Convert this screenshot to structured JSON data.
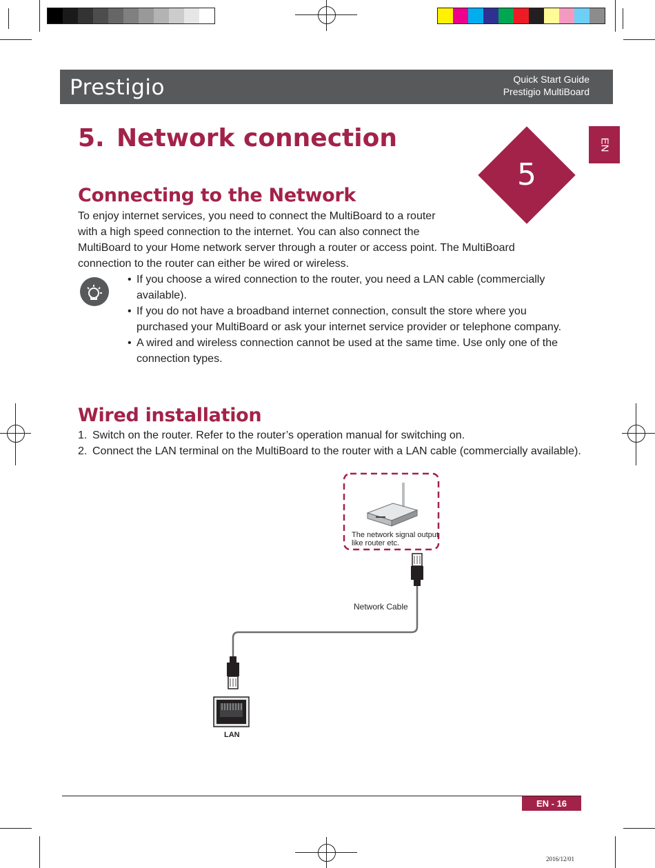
{
  "colors": {
    "accent": "#a3224a",
    "header_bg": "#58595b",
    "text": "#231f20"
  },
  "print_marks": {
    "grayscale_swatches": [
      "#000000",
      "#1a1a1a",
      "#333333",
      "#4d4d4d",
      "#666666",
      "#808080",
      "#999999",
      "#b3b3b3",
      "#cccccc",
      "#e6e6e6",
      "#ffffff"
    ],
    "color_swatches": [
      "#fff200",
      "#ec008c",
      "#00aeef",
      "#2e3192",
      "#00a651",
      "#ed1c24",
      "#231f20",
      "#fffb96",
      "#f49ac1",
      "#6dcff6",
      "#8c8c8c"
    ]
  },
  "header": {
    "logo": "Prestigio",
    "line1": "Quick Start Guide",
    "line2": "Prestigio MultiBoard"
  },
  "side_tab": {
    "label": "EN"
  },
  "chapter_badge": {
    "number": "5"
  },
  "section": {
    "number": "5.",
    "title": "Network connection"
  },
  "connecting": {
    "heading": "Connecting to the Network",
    "lines": [
      "To enjoy internet services, you need to connect the MultiBoard to a router",
      "with a high speed connection to the internet. You can also connect the",
      "MultiBoard to your Home network server through a router or access point. The MultiBoard",
      "connection to the router can either be wired or wireless."
    ]
  },
  "tip": {
    "icon": "lightbulb-icon",
    "bullets": [
      "If you choose a wired connection to the router, you need a LAN cable (commercially available).",
      "If you do not have a broadband internet connection, consult the store where you purchased your MultiBoard or ask your internet service provider or telephone company.",
      "A wired and wireless connection cannot be used at the same time. Use only one of the connection types."
    ]
  },
  "wired": {
    "heading": "Wired installation",
    "steps": [
      {
        "n": "1.",
        "text": "Switch on the router. Refer to the router’s operation manual for switching on."
      },
      {
        "n": "2.",
        "text": "Connect the LAN terminal on the MultiBoard to the router with a LAN cable (commercially available)."
      }
    ]
  },
  "diagram": {
    "router_caption_line1": "The network signal output",
    "router_caption_line2": "like router etc.",
    "cable_label": "Network Cable",
    "port_label": "LAN"
  },
  "footer": {
    "page": "EN - 16",
    "date": "2016/12/01"
  }
}
